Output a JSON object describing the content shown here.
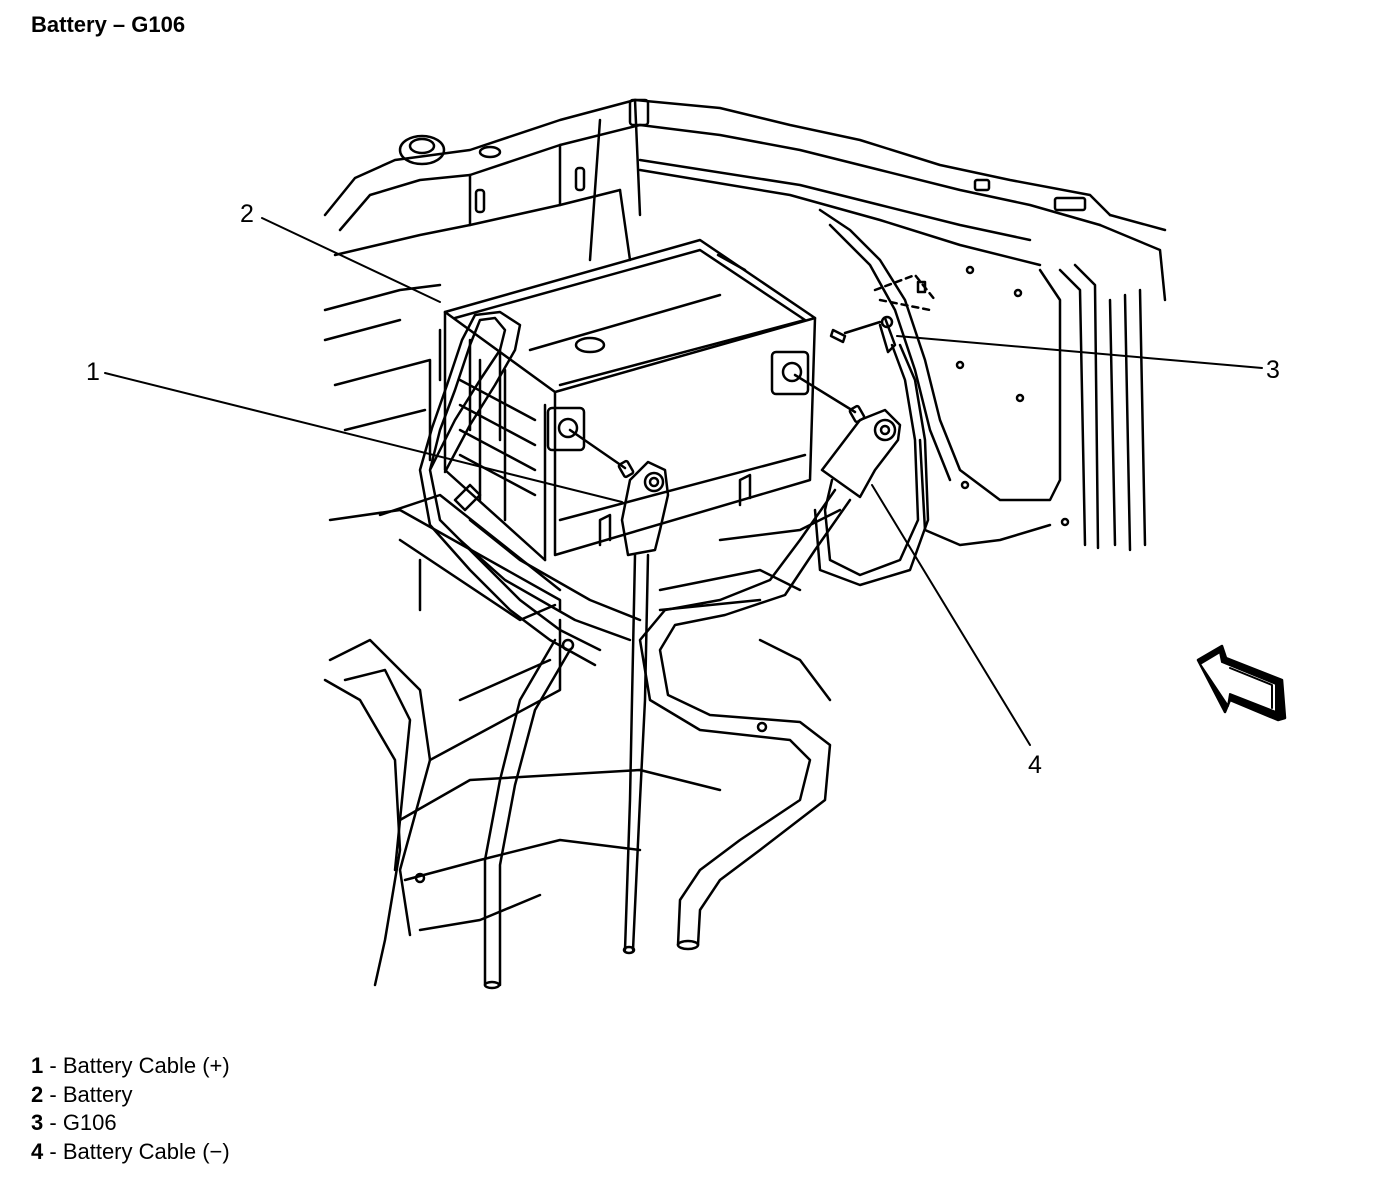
{
  "title": "Battery – G106",
  "callouts": [
    {
      "number": "1",
      "target": "battery-cable-positive"
    },
    {
      "number": "2",
      "target": "battery"
    },
    {
      "number": "3",
      "target": "g106-ground"
    },
    {
      "number": "4",
      "target": "battery-cable-negative"
    }
  ],
  "legend": [
    {
      "number": "1",
      "separator": " - ",
      "text": "Battery Cable (+)"
    },
    {
      "number": "2",
      "separator": " - ",
      "text": "Battery"
    },
    {
      "number": "3",
      "separator": " - ",
      "text": "G106"
    },
    {
      "number": "4",
      "separator": " - ",
      "text": "Battery Cable (−)"
    }
  ],
  "colors": {
    "line": "#000000",
    "background": "#ffffff"
  },
  "icons": [
    "view-direction-arrow-icon"
  ]
}
